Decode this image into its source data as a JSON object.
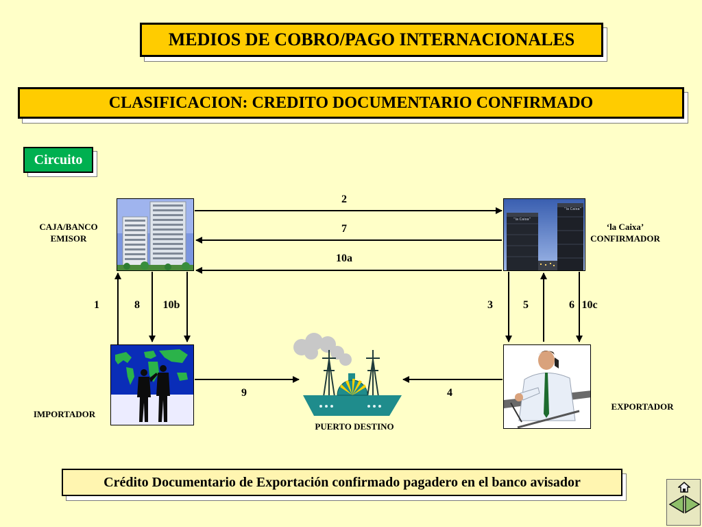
{
  "title": "MEDIOS DE COBRO/PAGO INTERNACIONALES",
  "subtitle": "CLASIFICACION: CREDITO DOCUMENTARIO CONFIRMADO",
  "circuit_label": "Circuito",
  "parties": {
    "issuing_bank": "CAJA/BANCO EMISOR",
    "confirming_bank": "‘la Caixa’ CONFIRMADOR",
    "importer": "IMPORTADOR",
    "exporter": "EXPORTADOR",
    "port": "PUERTO DESTINO"
  },
  "steps": {
    "s1": "1",
    "s2": "2",
    "s3": "3",
    "s4": "4",
    "s5": "5",
    "s6": "6",
    "s7": "7",
    "s8": "8",
    "s9": "9",
    "s10a": "10a",
    "s10b": "10b",
    "s10c": "10c"
  },
  "footer": "Crédito Documentario de Exportación confirmado pagadero en el banco avisador",
  "bank_sign": "“la Caixa”",
  "icons": {
    "issuing_bank": "office-buildings-icon",
    "confirming_bank": "twin-towers-icon",
    "importer": "world-map-people-icon",
    "exporter": "businessman-phone-icon",
    "port": "ship-icon",
    "nav_home": "home-icon",
    "nav_prev": "left-arrow-icon",
    "nav_next": "right-arrow-icon"
  },
  "colors": {
    "background": "#ffffc8",
    "title_fill": "#ffcc00",
    "circuit_fill": "#00b050",
    "footer_fill": "#fff5b0",
    "ship": "#1f8c8c"
  }
}
